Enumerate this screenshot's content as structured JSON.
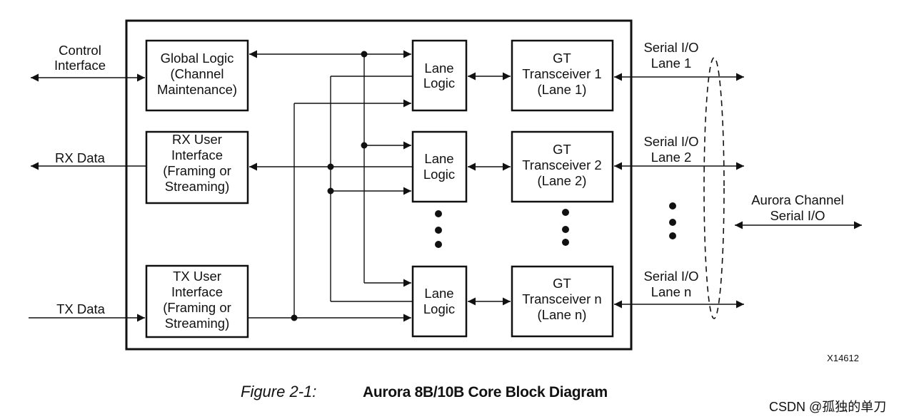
{
  "colors": {
    "background": "#ffffff",
    "ink": "#111111",
    "watermark": "#b9b9b9"
  },
  "diagram": {
    "blocks": {
      "global_logic": {
        "lines": [
          "Global Logic",
          "(Channel",
          "Maintenance)"
        ]
      },
      "rx_user_interface": {
        "lines": [
          "RX User",
          "Interface",
          "(Framing or",
          "Streaming)"
        ]
      },
      "tx_user_interface": {
        "lines": [
          "TX User",
          "Interface",
          "(Framing or",
          "Streaming)"
        ]
      },
      "lane_logic_1": {
        "lines": [
          "Lane",
          "Logic"
        ]
      },
      "lane_logic_2": {
        "lines": [
          "Lane",
          "Logic"
        ]
      },
      "lane_logic_n": {
        "lines": [
          "Lane",
          "Logic"
        ]
      },
      "gt_transceiver_1": {
        "lines": [
          "GT",
          "Transceiver 1",
          "(Lane 1)"
        ]
      },
      "gt_transceiver_2": {
        "lines": [
          "GT",
          "Transceiver 2",
          "(Lane 2)"
        ]
      },
      "gt_transceiver_n": {
        "lines": [
          "GT",
          "Transceiver n",
          "(Lane n)"
        ]
      }
    },
    "external_labels": {
      "control_interface": {
        "lines": [
          "Control",
          "Interface"
        ]
      },
      "rx_data": "RX Data",
      "tx_data": "TX Data",
      "serial_io_lane_1": {
        "lines": [
          "Serial I/O",
          "Lane 1"
        ]
      },
      "serial_io_lane_2": {
        "lines": [
          "Serial I/O",
          "Lane 2"
        ]
      },
      "serial_io_lane_n": {
        "lines": [
          "Serial I/O",
          "Lane n"
        ]
      },
      "aurora_channel": {
        "lines": [
          "Aurora Channel",
          "Serial I/O"
        ]
      }
    },
    "figure_id": "X14612"
  },
  "caption": {
    "label": "Figure 2-1:",
    "title": "Aurora 8B/10B Core Block Diagram"
  },
  "watermark": {
    "text": "CSDN @孤独的单刀"
  }
}
